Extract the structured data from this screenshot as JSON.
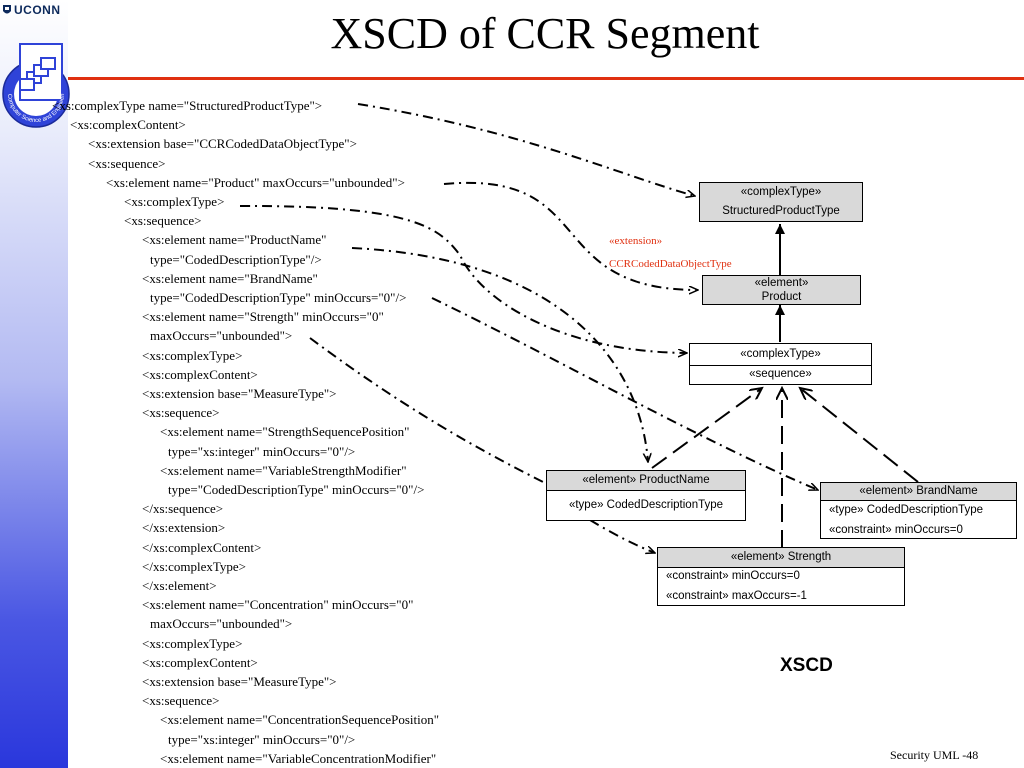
{
  "header": {
    "brand": "UCONN",
    "logo_caption": "Computer Science and Engineering",
    "title": "XSCD of CCR Segment"
  },
  "code_lines": [
    "<xs:complexType name=\"StructuredProductType\">",
    "<xs:complexContent>",
    "<xs:extension base=\"CCRCodedDataObjectType\">",
    "<xs:sequence>",
    "<xs:element name=\"Product\" maxOccurs=\"unbounded\">",
    "<xs:complexType>",
    "<xs:sequence>",
    "<xs:element name=\"ProductName\"",
    "type=\"CodedDescriptionType\"/>",
    "<xs:element name=\"BrandName\"",
    "type=\"CodedDescriptionType\" minOccurs=\"0\"/>",
    "<xs:element name=\"Strength\" minOccurs=\"0\"",
    "maxOccurs=\"unbounded\">",
    "<xs:complexType>",
    "<xs:complexContent>",
    "<xs:extension base=\"MeasureType\">",
    "<xs:sequence>",
    "<xs:element name=\"StrengthSequencePosition\"",
    "type=\"xs:integer\" minOccurs=\"0\"/>",
    "<xs:element name=\"VariableStrengthModifier\"",
    "type=\"CodedDescriptionType\" minOccurs=\"0\"/>",
    "</xs:sequence>",
    "</xs:extension>",
    "</xs:complexContent>",
    "</xs:complexType>",
    "</xs:element>",
    "<xs:element name=\"Concentration\" minOccurs=\"0\"",
    "maxOccurs=\"unbounded\">",
    "<xs:complexType>",
    "<xs:complexContent>",
    "<xs:extension base=\"MeasureType\">",
    "<xs:sequence>",
    "<xs:element name=\"ConcentrationSequencePosition\"",
    "type=\"xs:integer\" minOccurs=\"0\"/>",
    "<xs:element name=\"VariableConcentrationModifier\""
  ],
  "diagram": {
    "structured_product": {
      "stereotype": "«complexType»",
      "name": "StructuredProductType"
    },
    "extension_label": "«extension»",
    "extension_base": "CCRCodedDataObjectType",
    "product": {
      "stereotype": "«element»",
      "name": "Product"
    },
    "complex_type": {
      "stereotype": "«complexType»",
      "row": "«sequence»"
    },
    "product_name": {
      "header": "«element» ProductName",
      "row": "«type» CodedDescriptionType"
    },
    "brand_name": {
      "header": "«element» BrandName",
      "row1": "«type» CodedDescriptionType",
      "row2": "«constraint» minOccurs=0"
    },
    "strength": {
      "header": "«element» Strength",
      "row1": "«constraint» minOccurs=0",
      "row2": "«constraint» maxOccurs=-1"
    }
  },
  "xscd_label": "XSCD",
  "footer": "Security UML -48",
  "colors": {
    "accent_red": "#e03010",
    "box_header": "#d9d9d9"
  }
}
